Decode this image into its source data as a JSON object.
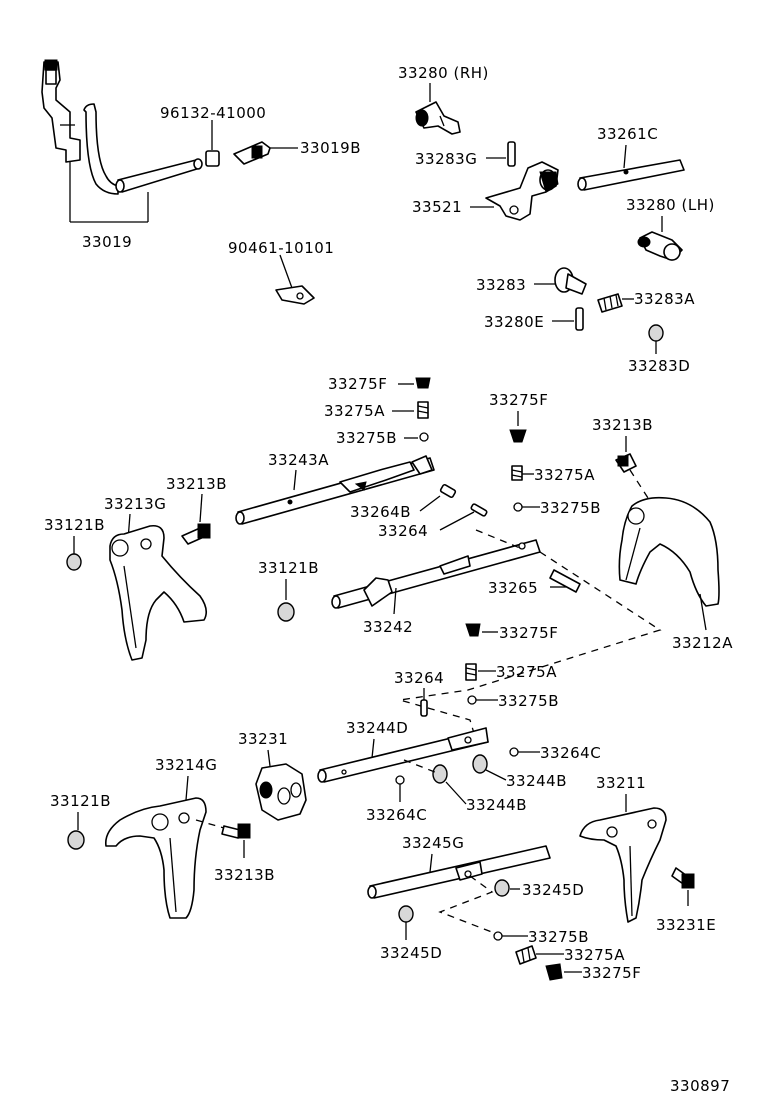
{
  "figure_code": "330897",
  "labels": {
    "33280_rh": "33280 (RH)",
    "96132_41000": "96132-41000",
    "33019b": "33019B",
    "33019": "33019",
    "33283g": "33283G",
    "33261c": "33261C",
    "33521": "33521",
    "33280_lh": "33280 (LH)",
    "90461_10101": "90461-10101",
    "33283": "33283",
    "33283a": "33283A",
    "33280e": "33280E",
    "33283d": "33283D",
    "33275f_1": "33275F",
    "33275a_1": "33275A",
    "33275b_1": "33275B",
    "33275f_2": "33275F",
    "33213b_1": "33213B",
    "33243a": "33243A",
    "33275a_2": "33275A",
    "33213b_2": "33213B",
    "33213g": "33213G",
    "33264b": "33264B",
    "33275b_2": "33275B",
    "33121b_1": "33121B",
    "33264_1": "33264",
    "33121b_2": "33121B",
    "33265": "33265",
    "33242": "33242",
    "33275f_3": "33275F",
    "33212a": "33212A",
    "33264_2": "33264",
    "33275a_3": "33275A",
    "33275b_3": "33275B",
    "33231": "33231",
    "33244d": "33244D",
    "33264c_1": "33264C",
    "33214g": "33214G",
    "33244b_1": "33244B",
    "33211": "33211",
    "33121b_3": "33121B",
    "33264c_2": "33264C",
    "33244b_2": "33244B",
    "33213b_3": "33213B",
    "33245g": "33245G",
    "33245d_1": "33245D",
    "33231e": "33231E",
    "33275b_4": "33275B",
    "33275a_4": "33275A",
    "33245d_2": "33245D",
    "33275f_4": "33275F"
  }
}
